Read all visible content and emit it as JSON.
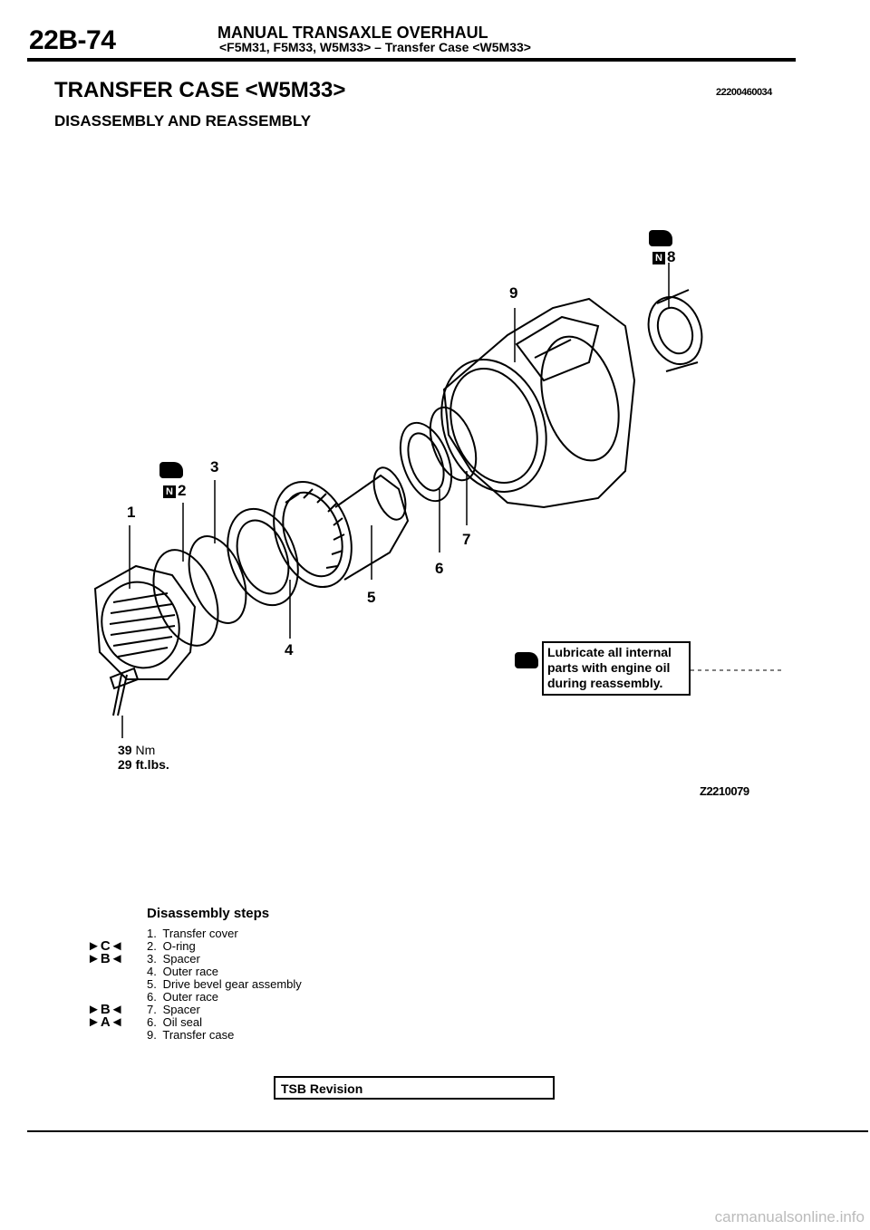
{
  "header": {
    "page_code": "22B-74",
    "title": "MANUAL TRANSAXLE OVERHAUL",
    "subtitle": "<F5M31, F5M33, W5M33> – Transfer Case <W5M33>"
  },
  "section": {
    "title": "TRANSFER CASE <W5M33>",
    "subtitle": "DISASSEMBLY AND REASSEMBLY",
    "code": "22200460034"
  },
  "figure": {
    "code": "Z2210079",
    "callouts": [
      "1",
      "2",
      "3",
      "4",
      "5",
      "6",
      "7",
      "8",
      "9"
    ],
    "torque_value_nm": "39",
    "torque_unit_nm": "Nm",
    "torque_value_ftlb": "29",
    "torque_unit_ftlb": "ft.lbs.",
    "lube_note": "Lubricate all internal parts with engine oil during reassembly.",
    "icons": [
      "oil-can-icon",
      "replace-n-icon"
    ]
  },
  "steps": {
    "title": "Disassembly steps",
    "items": [
      {
        "num": "1.",
        "label": "Transfer cover",
        "marker": ""
      },
      {
        "num": "2.",
        "label": "O-ring",
        "marker": "►C◄"
      },
      {
        "num": "3.",
        "label": "Spacer",
        "marker": "►B◄"
      },
      {
        "num": "4.",
        "label": "Outer race",
        "marker": ""
      },
      {
        "num": "5.",
        "label": "Drive bevel gear assembly",
        "marker": ""
      },
      {
        "num": "6.",
        "label": "Outer race",
        "marker": ""
      },
      {
        "num": "7.",
        "label": "Spacer",
        "marker": "►B◄"
      },
      {
        "num": "6.",
        "label": "Oil seal",
        "marker": "►A◄"
      },
      {
        "num": "9.",
        "label": "Transfer case",
        "marker": ""
      }
    ]
  },
  "footer": {
    "tsb": "TSB Revision",
    "watermark": "carmanualsonline.info"
  }
}
